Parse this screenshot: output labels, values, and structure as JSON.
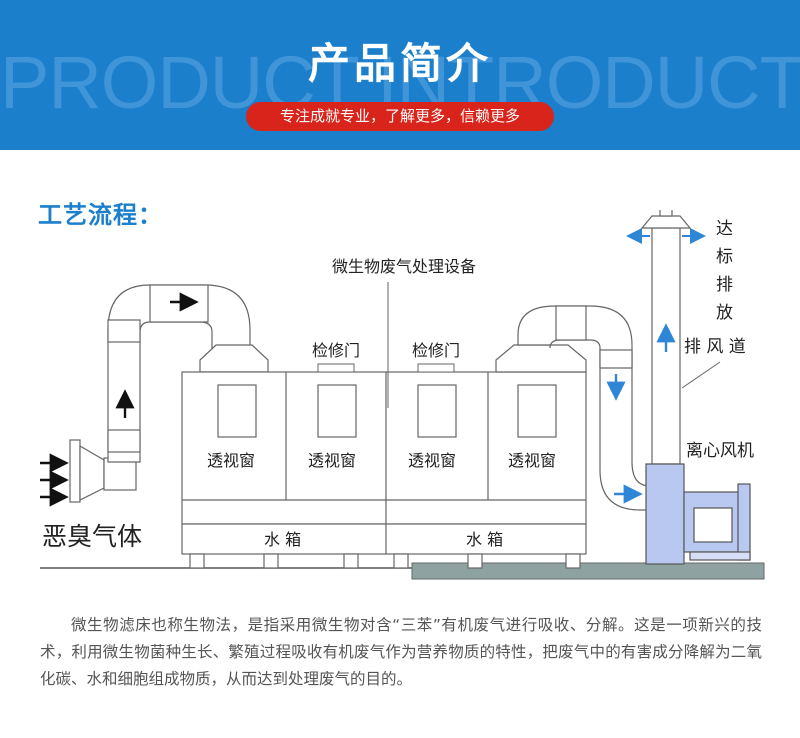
{
  "header": {
    "bg_text": "PRODUCT INTRODUCTION",
    "title": "产品简介",
    "tagline": "专注成就专业，了解更多，信赖更多"
  },
  "section_title": "工艺流程：",
  "diagram": {
    "equipment_label": "微生物废气处理设备",
    "door_labels": [
      "检修门",
      "检修门"
    ],
    "window_labels": [
      "透视窗",
      "透视窗",
      "透视窗",
      "透视窗"
    ],
    "tank_labels": [
      "水 箱",
      "水 箱"
    ],
    "input_label": "恶臭气体",
    "exhaust_label": "排 风 道",
    "fan_label": "离心风机",
    "emission_chars": [
      "达",
      "标",
      "排",
      "放"
    ]
  },
  "description": "微生物滤床也称生物法，是指采用微生物对含“三苯”有机废气进行吸收、分解。这是一项新兴的技术，利用微生物菌种生长、繁殖过程吸收有机废气作为营养物质的特性，把废气中的有害成分降解为二氧化碳、水和细胞组成物质，从而达到处理废气的目的。",
  "colors": {
    "banner": "#1b7fcc",
    "pill": "#d9241b",
    "section": "#1b7fcc",
    "fan": "#b8c8f0",
    "arrow_blue": "#2e86d6"
  }
}
